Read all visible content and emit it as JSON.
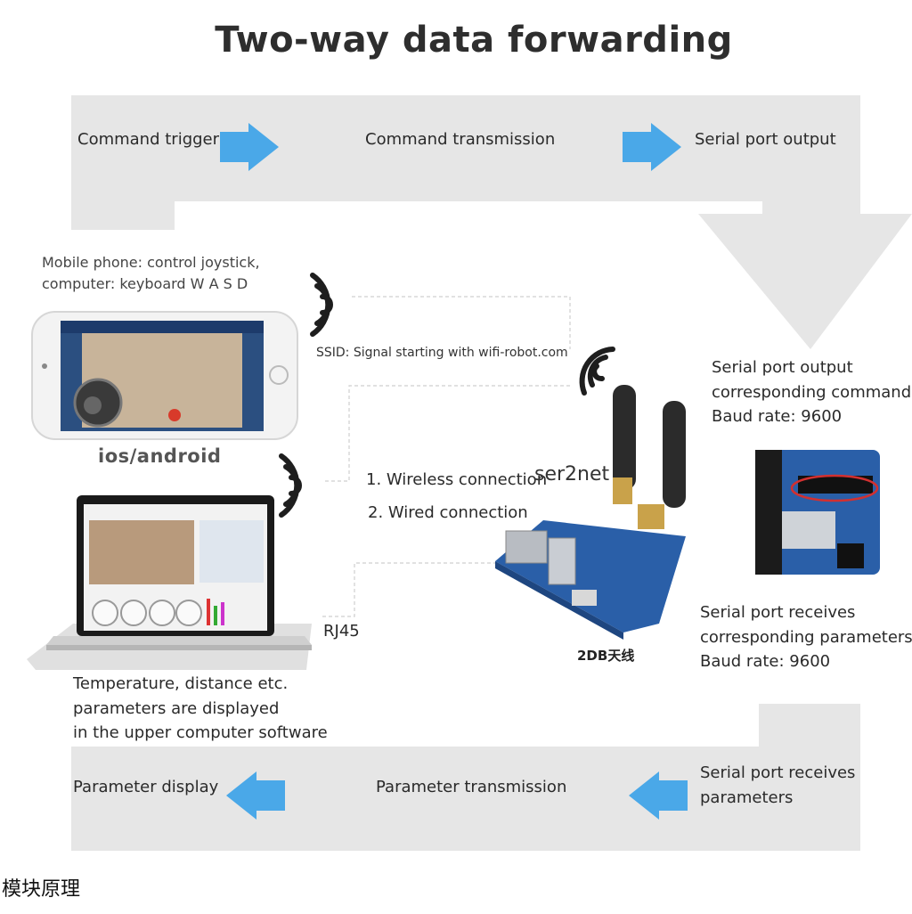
{
  "title": "Two-way data forwarding",
  "top_flow": {
    "step1": "Command trigger",
    "step2": "Command transmission",
    "step3": "Serial port output"
  },
  "bottom_flow": {
    "step1": "Parameter display",
    "step2": "Parameter transmission",
    "step3_line1": "Serial port receives",
    "step3_line2": "parameters"
  },
  "mobile_note": {
    "line1": "Mobile phone: control joystick,",
    "line2": "computer: keyboard W A S D"
  },
  "phone_label": "ios/android",
  "ssid_note": "SSID: Signal starting with wifi-robot.com",
  "connections": {
    "wireless": "1. Wireless connection",
    "wired": "2. Wired connection"
  },
  "device_name": "ser2net",
  "rj45_label": "RJ45",
  "antenna_label": "2DB天线",
  "serial_output_note": {
    "line1": "Serial port output",
    "line2": "corresponding command",
    "line3": "Baud rate: 9600"
  },
  "serial_receive_note": {
    "line1": "Serial port receives",
    "line2": "corresponding parameters",
    "line3": "Baud rate: 9600"
  },
  "laptop_note": {
    "line1": "Temperature, distance etc.",
    "line2": "parameters are displayed",
    "line3": "in the upper computer software"
  },
  "footer": "模块原理",
  "colors": {
    "flow_band": "#e6e6e6",
    "arrow_blue": "#4aa8e8",
    "board_blue": "#2a5fa8",
    "antenna": "#2b2b2b"
  },
  "icons": {
    "forward_arrow": "arrow-right-icon",
    "back_arrow": "arrow-left-icon",
    "wifi": "wifi-signal-icon"
  }
}
